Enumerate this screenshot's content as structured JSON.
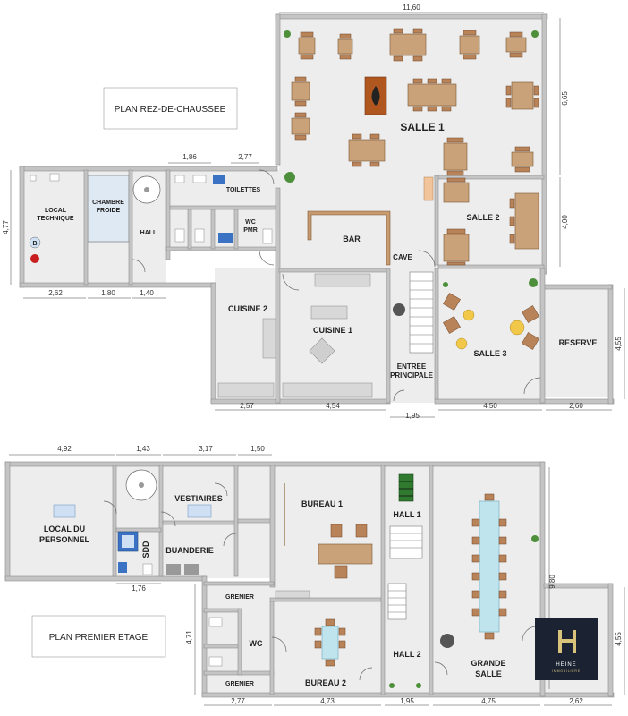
{
  "ground_floor": {
    "title": "PLAN REZ-DE-CHAUSSEE",
    "rooms": {
      "salle1": "SALLE 1",
      "salle2": "SALLE 2",
      "salle3": "SALLE 3",
      "bar": "BAR",
      "cave": "CAVE",
      "cuisine1": "CUISINE 1",
      "cuisine2": "CUISINE 2",
      "reserve": "RESERVE",
      "entree_1": "ENTREE",
      "entree_2": "PRINCIPALE",
      "local_tech_1": "LOCAL",
      "local_tech_2": "TECHNIQUE",
      "chambre_1": "CHAMBRE",
      "chambre_2": "FROIDE",
      "hall": "HALL",
      "toilettes": "TOILETTES",
      "wc_1": "WC",
      "wc_2": "PMR",
      "boiler": "B"
    },
    "dimensions": {
      "top": "11,60",
      "right_salle1": "6,65",
      "right_salle2": "4,00",
      "right_reserve": "4,55",
      "left": "4,77",
      "d186": "1,86",
      "d277": "2,77",
      "d262": "2,62",
      "d180": "1,80",
      "d140": "1,40",
      "d257": "2,57",
      "d454": "4,54",
      "d195": "1,95",
      "d450": "4,50",
      "d260": "2,60"
    }
  },
  "first_floor": {
    "title": "PLAN PREMIER ETAGE",
    "rooms": {
      "local_pers_1": "LOCAL DU",
      "local_pers_2": "PERSONNEL",
      "vestiaires": "VESTIAIRES",
      "sdd": "SDD",
      "buanderie": "BUANDERIE",
      "bureau1": "BUREAU 1",
      "bureau2": "BUREAU 2",
      "hall1": "HALL 1",
      "hall2": "HALL 2",
      "grande_1": "GRANDE",
      "grande_2": "SALLE",
      "grenier_top": "GRENIER",
      "grenier_bottom": "GRENIER",
      "wc": "WC"
    },
    "dimensions": {
      "d492": "4,92",
      "d143": "1,43",
      "d317": "3,17",
      "d150": "1,50",
      "d176": "1,76",
      "d471": "4,71",
      "d277": "2,77",
      "d473": "4,73",
      "d195": "1,95",
      "d475": "4,75",
      "d262": "2,62",
      "d980": "9,80",
      "d455": "4,55"
    }
  },
  "logo": {
    "name": "HEINE",
    "subtitle": "IMMOBILIÈRE",
    "bg_color": "#1b2333",
    "accent_color": "#d9c37a"
  }
}
